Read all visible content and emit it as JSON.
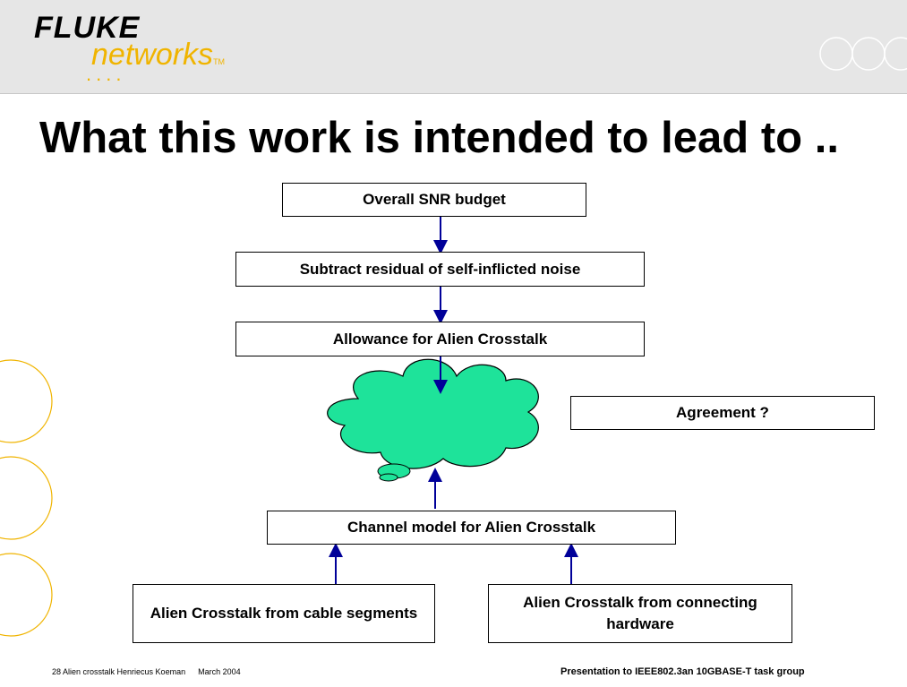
{
  "header": {
    "logo_primary": "FLUKE",
    "logo_secondary": "networks",
    "logo_tm": "TM",
    "logo_dots": "....",
    "accent_color": "#f0b400",
    "ring_color": "#ffffff",
    "side_ring_color": "#f0b400"
  },
  "slide": {
    "title": "What this work is intended to lead to .."
  },
  "diagram": {
    "nodes": {
      "snr_budget": "Overall SNR budget",
      "subtract_residual": "Subtract residual of self-inflicted noise",
      "allowance": "Allowance for Alien Crosstalk",
      "agreement": "Agreement ?",
      "channel_model": "Channel model for Alien Crosstalk",
      "from_cable": "Alien Crosstalk from cable segments",
      "from_hardware": "Alien Crosstalk from connecting hardware"
    },
    "cloud_color": "#1ee39a",
    "arrow_color": "#000099"
  },
  "footer": {
    "left_text": "28 Alien crosstalk Henriecus Koeman",
    "date": "March 2004",
    "right_text": "Presentation to IEEE802.3an 10GBASE-T task group"
  }
}
